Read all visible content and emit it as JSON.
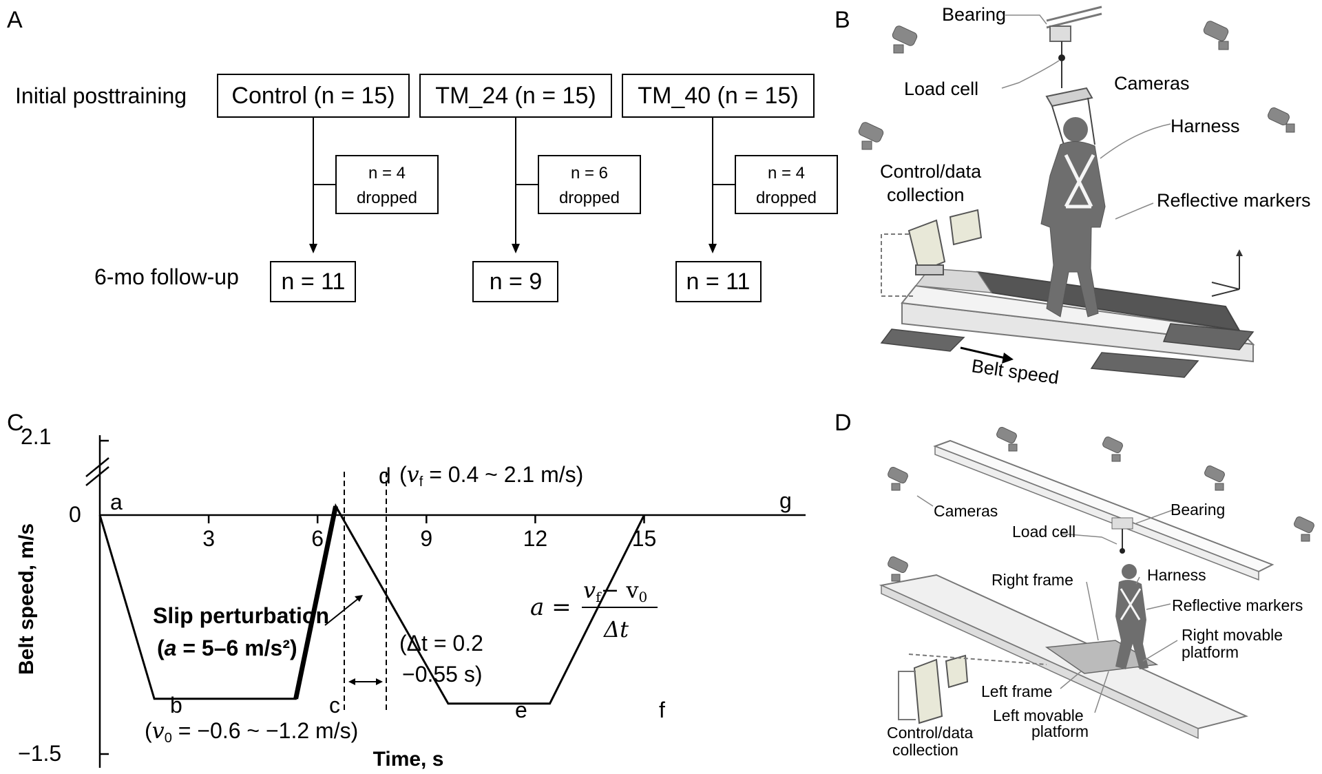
{
  "panels": {
    "a": {
      "letter": "A",
      "row_initial": "Initial posttraining",
      "row_followup": "6-mo follow-up",
      "groups": [
        {
          "name": "Control (n = 15)",
          "dropped_n": "n = 4",
          "dropped": "dropped",
          "followup": "n = 11"
        },
        {
          "name": "TM_24 (n = 15)",
          "dropped_n": "n = 6",
          "dropped": "dropped",
          "followup": "n = 9"
        },
        {
          "name": "TM_40 (n = 15)",
          "dropped_n": "n = 4",
          "dropped": "dropped",
          "followup": "n = 11"
        }
      ]
    },
    "b": {
      "letter": "B",
      "labels": {
        "bearing": "Bearing",
        "load_cell": "Load cell",
        "cameras": "Cameras",
        "harness": "Harness",
        "control_1": "Control/data",
        "control_2": "collection",
        "markers": "Reflective markers",
        "belt_speed": "Belt speed"
      }
    },
    "c": {
      "letter": "C",
      "ylabel": "Belt speed, m/s",
      "xlabel": "Time, s",
      "ytick_top": "2.1",
      "ytick_zero": "0",
      "ytick_bottom": "−1.5",
      "xticks": [
        "3",
        "6",
        "9",
        "12",
        "15"
      ],
      "point_a": "a",
      "point_b": "b",
      "point_c": "c",
      "point_d": "d",
      "point_e": "e",
      "point_f": "f",
      "point_g": "g",
      "vf_open": "(",
      "vf_sym": "v",
      "vf_sub": "f",
      "vf_rest": " = 0.4 ~ 2.1 m/s)",
      "v0_open": "(",
      "v0_sym": "v",
      "v0_sub": "0",
      "v0_rest": " = −0.6 ~ −1.2 m/s)",
      "slip_line1": "Slip perturbation",
      "slip_line2_open": "(",
      "slip_line2_a": "a",
      "slip_line2_rest": " = 5–6 m/s²)",
      "dt_line1": "(Δt = 0.2",
      "dt_line2": "−0.55 s)",
      "eq_lhs": "a =",
      "eq_num": "v",
      "eq_num_sub1": "f",
      "eq_minus": "−  v",
      "eq_num_sub2": "0",
      "eq_den": "Δt"
    },
    "d": {
      "letter": "D",
      "labels": {
        "cameras": "Cameras",
        "bearing": "Bearing",
        "load_cell": "Load cell",
        "right_frame": "Right frame",
        "harness": "Harness",
        "markers": "Reflective markers",
        "right_movable_1": "Right movable",
        "right_movable_2": "platform",
        "left_frame": "Left frame",
        "left_movable_1": "Left movable",
        "left_movable_2": "platform",
        "control_1": "Control/data",
        "control_2": "collection"
      }
    }
  },
  "chart_data": {
    "type": "line",
    "title": "",
    "xlabel": "Time, s",
    "ylabel": "Belt speed, m/s",
    "xticks": [
      3,
      6,
      9,
      12,
      15
    ],
    "yticks": [
      2.1,
      0,
      -1.5
    ],
    "series": [
      {
        "x": [
          0,
          1.5,
          5.4,
          6.5,
          9.6,
          12.4,
          15
        ],
        "y": [
          0,
          -1.15,
          -1.15,
          0.12,
          -1.18,
          -1.18,
          0
        ]
      }
    ],
    "points": [
      "a",
      "b",
      "c",
      "d",
      "e",
      "f",
      "g"
    ]
  }
}
